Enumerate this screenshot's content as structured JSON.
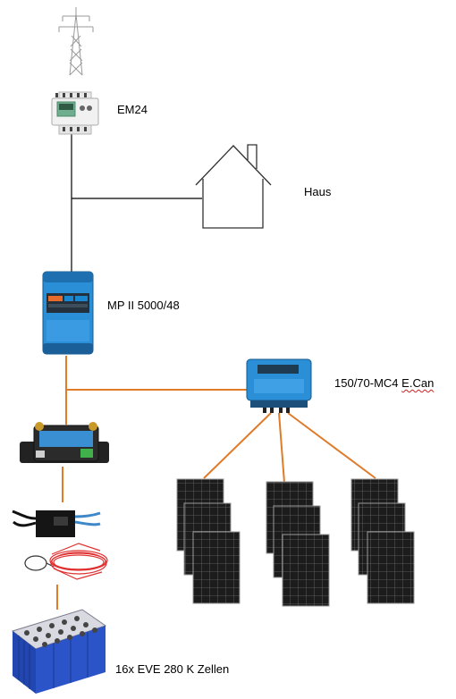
{
  "labels": {
    "meter": "EM24",
    "house": "Haus",
    "inverter": "MP II 5000/48",
    "charger_model": "150/70-MC4",
    "charger_suffix": "E.Can",
    "battery": "16x EVE 280 K Zellen"
  },
  "colors": {
    "ac_wire": "#000000",
    "dc_wire": "#e07b2a",
    "victron_blue": "#2a8fd6",
    "panel_dark": "#1c1c1c",
    "cell_blue": "#2b54c9",
    "bms_wire_red": "#e03030"
  },
  "icons": [
    "power-pylon-icon",
    "energy-meter-icon",
    "house-icon",
    "inverter-icon",
    "charge-controller-icon",
    "battery-shunt-icon",
    "bms-icon",
    "solar-panel-icon",
    "battery-cells-icon"
  ]
}
